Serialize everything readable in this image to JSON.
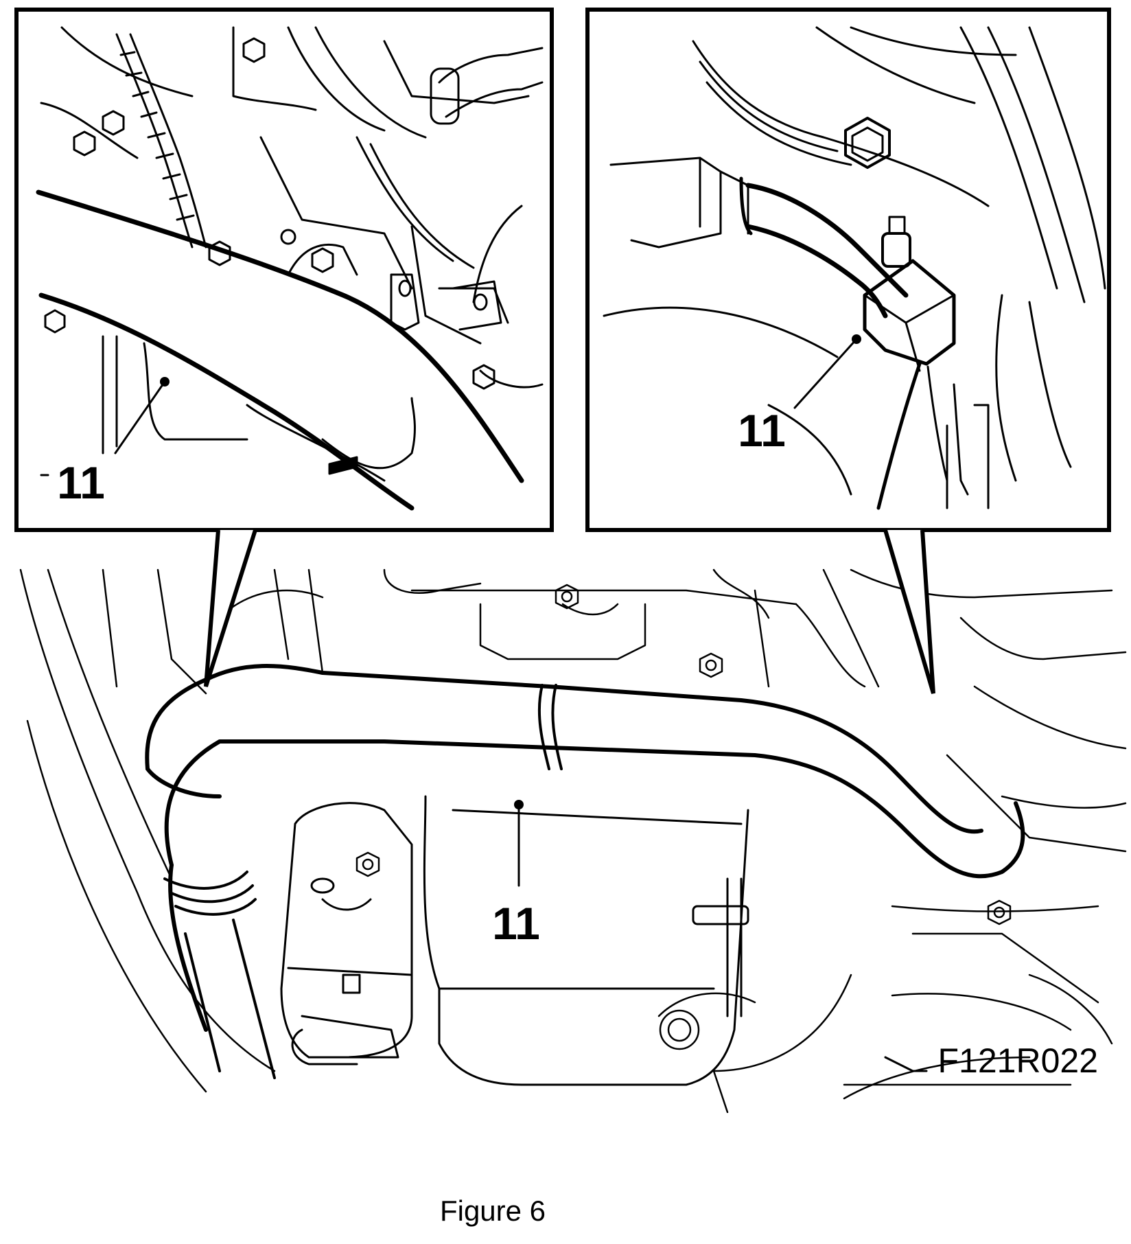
{
  "figure": {
    "code": "F121R022",
    "caption": "Figure 6"
  },
  "callouts": {
    "detail_left": "11",
    "detail_right": "11",
    "main": "11"
  }
}
